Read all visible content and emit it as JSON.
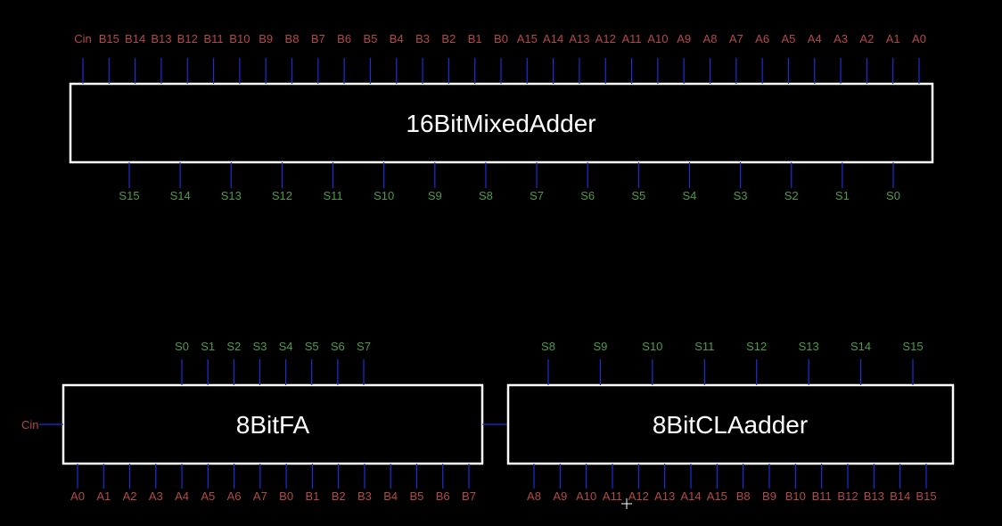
{
  "blocks": [
    {
      "title": "16BitMixedAdder",
      "top_pins": [
        "Cin",
        "B15",
        "B14",
        "B13",
        "B12",
        "B11",
        "B10",
        "B9",
        "B8",
        "B7",
        "B6",
        "B5",
        "B4",
        "B3",
        "B2",
        "B1",
        "B0",
        "A15",
        "A14",
        "A13",
        "A12",
        "A11",
        "A10",
        "A9",
        "A8",
        "A7",
        "A6",
        "A5",
        "A4",
        "A3",
        "A2",
        "A1",
        "A0"
      ],
      "bottom_pins": [
        "S15",
        "S14",
        "S13",
        "S12",
        "S11",
        "S10",
        "S9",
        "S8",
        "S7",
        "S6",
        "S5",
        "S4",
        "S3",
        "S2",
        "S1",
        "S0"
      ]
    },
    {
      "title": "8BitFA",
      "top_pins": [
        "S0",
        "S1",
        "S2",
        "S3",
        "S4",
        "S5",
        "S6",
        "S7"
      ],
      "bottom_pins": [
        "A0",
        "A1",
        "A2",
        "A3",
        "A4",
        "A5",
        "A6",
        "A7",
        "B0",
        "B1",
        "B2",
        "B3",
        "B4",
        "B5",
        "B6",
        "B7"
      ],
      "left_pin": "Cin"
    },
    {
      "title": "8BitCLAadder",
      "top_pins": [
        "S8",
        "S9",
        "S10",
        "S11",
        "S12",
        "S13",
        "S14",
        "S15"
      ],
      "bottom_pins": [
        "A8",
        "A9",
        "A10",
        "A11",
        "A12",
        "A13",
        "A14",
        "A15",
        "B8",
        "B9",
        "B10",
        "B11",
        "B12",
        "B13",
        "B14",
        "B15"
      ]
    }
  ],
  "colors": {
    "background": "#000000",
    "box_outline": "#ffffff",
    "wire": "#1f2fd6",
    "input_label": "#b34a4a",
    "output_label": "#4f9a4f",
    "title": "#ffffff"
  }
}
